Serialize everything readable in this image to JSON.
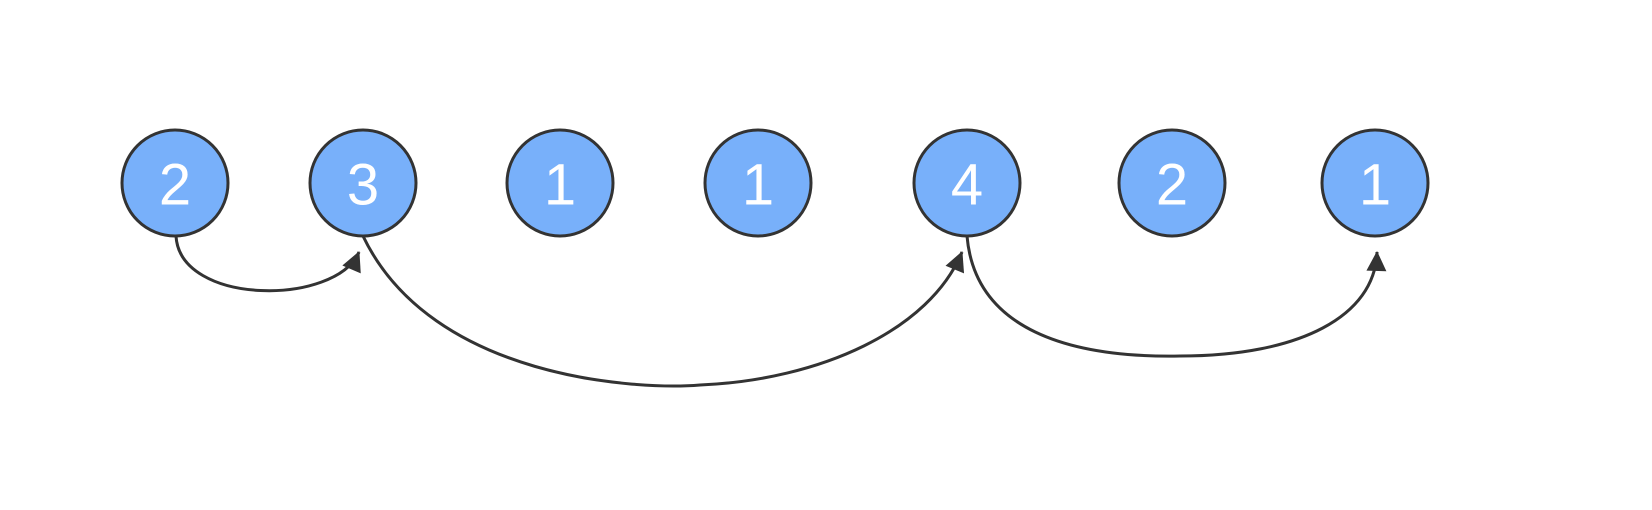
{
  "colors": {
    "node_fill": "#78b0fa",
    "node_stroke": "#333333",
    "edge_stroke": "#333333",
    "label": "#ffffff"
  },
  "nodes": [
    {
      "label": "2"
    },
    {
      "label": "3"
    },
    {
      "label": "1"
    },
    {
      "label": "1"
    },
    {
      "label": "4"
    },
    {
      "label": "2"
    },
    {
      "label": "1"
    }
  ],
  "edges": [
    {
      "from": 0,
      "to": 1
    },
    {
      "from": 1,
      "to": 4
    },
    {
      "from": 4,
      "to": 6
    }
  ]
}
